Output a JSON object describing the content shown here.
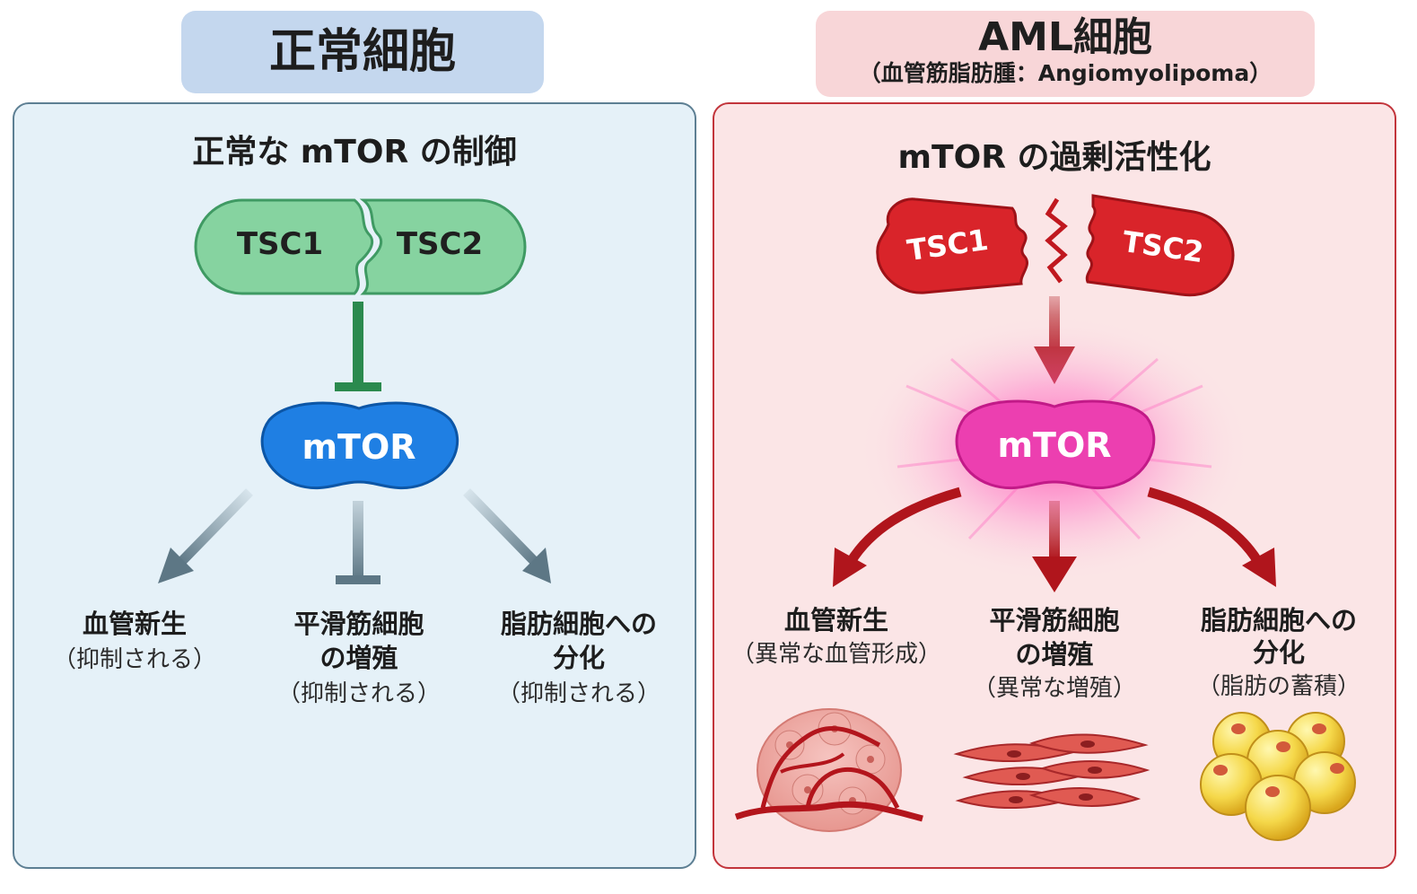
{
  "normal": {
    "header": "正常細胞",
    "title": "正常な mTOR の制御",
    "tsc1": "TSC1",
    "tsc2": "TSC2",
    "mtor": "mTOR",
    "outcomes": [
      {
        "main1": "血管新生",
        "main2": "",
        "sub": "（抑制される）"
      },
      {
        "main1": "平滑筋細胞",
        "main2": "の増殖",
        "sub": "（抑制される）"
      },
      {
        "main1": "脂肪細胞への",
        "main2": "分化",
        "sub": "（抑制される）"
      }
    ]
  },
  "aml": {
    "header": "AML細胞",
    "header_sub": "（血管筋脂肪腫：Angiomyolipoma）",
    "title": "mTOR の過剰活性化",
    "tsc1": "TSC1",
    "tsc2": "TSC2",
    "mtor": "mTOR",
    "outcomes": [
      {
        "main1": "血管新生",
        "main2": "",
        "sub": "（異常な血管形成）",
        "icon": "tumor-vessel-icon"
      },
      {
        "main1": "平滑筋細胞",
        "main2": "の増殖",
        "sub": "（異常な増殖）",
        "icon": "smooth-muscle-cells-icon"
      },
      {
        "main1": "脂肪細胞への",
        "main2": "分化",
        "sub": "（脂肪の蓄積）",
        "icon": "fat-cells-icon"
      }
    ]
  },
  "colors": {
    "normal_tsc": "#86d3a0",
    "normal_mtor": "#1f7fe3",
    "aml_tsc": "#d9242a",
    "aml_mtor": "#ec3fb0",
    "inhibit": "#2b8a4e",
    "arrow_gray": "#5d7785",
    "arrow_red": "#b0151c"
  }
}
